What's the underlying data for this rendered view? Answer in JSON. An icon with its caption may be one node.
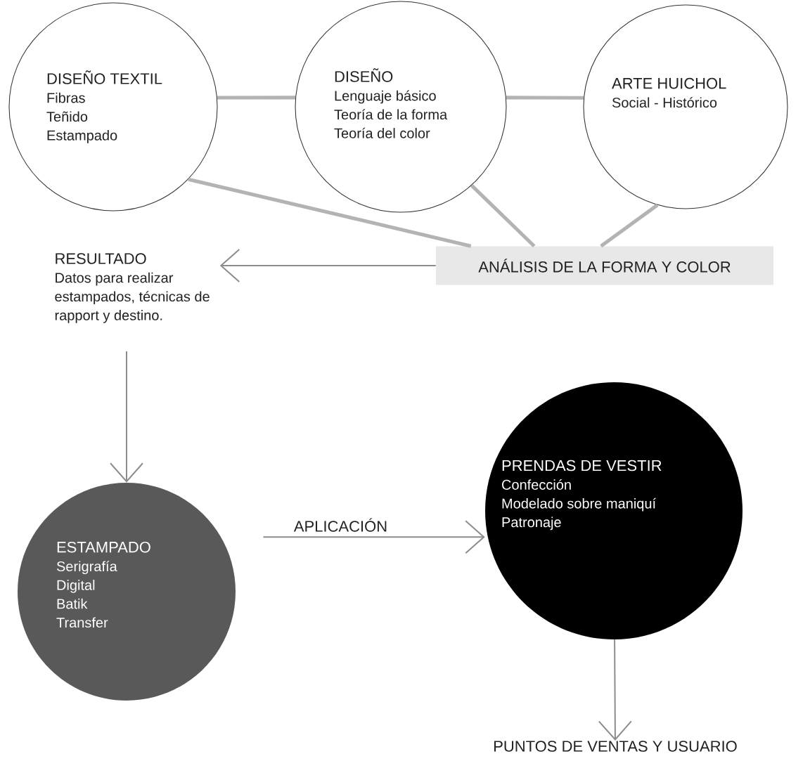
{
  "diagram": {
    "nodes": [
      {
        "text": [
          "DISEÑO TEXTIL",
          "Fibras",
          "Teñido",
          "Estampado"
        ]
      },
      {
        "text": [
          "DISEÑO",
          "Lenguaje básico",
          "Teoría de la forma",
          "Teoría del color"
        ]
      },
      {
        "text": [
          "ARTE HUICHOL",
          "Social - Histórico"
        ]
      },
      {
        "text": [
          "ANÁLISIS DE LA FORMA Y COLOR"
        ]
      },
      {
        "text": [
          "RESULTADO",
          "Datos para realizar estampados, técnicas de rapport y destino."
        ]
      },
      {
        "text": [
          "ESTAMPADO",
          "Serigrafía",
          "Digital",
          "Batik",
          "Transfer"
        ]
      },
      {
        "text": [
          "PRENDAS DE VESTIR",
          "Confección",
          "Modelado sobre maniquí",
          "Patronaje"
        ]
      },
      {
        "text": [
          "PUNTOS DE VENTAS Y USUARIO"
        ]
      }
    ],
    "edges": [
      {
        "from": 0,
        "to": 1,
        "arrow": "none"
      },
      {
        "from": 1,
        "to": 2,
        "arrow": "none"
      },
      {
        "from": 0,
        "to": 3,
        "arrow": "none"
      },
      {
        "from": 1,
        "to": 3,
        "arrow": "none"
      },
      {
        "from": 2,
        "to": 3,
        "arrow": "none"
      },
      {
        "from": 3,
        "to": 4,
        "arrow": "to",
        "color": "#8c8c8c"
      },
      {
        "from": 4,
        "to": 5,
        "arrow": "to",
        "color": "#8c8c8c"
      },
      {
        "from": 5,
        "to": 6,
        "arrow": "to",
        "label": "APLICACIÓN",
        "color": "#8c8c8c"
      },
      {
        "from": 6,
        "to": 7,
        "arrow": "to",
        "color": "#8c8c8c"
      }
    ]
  }
}
